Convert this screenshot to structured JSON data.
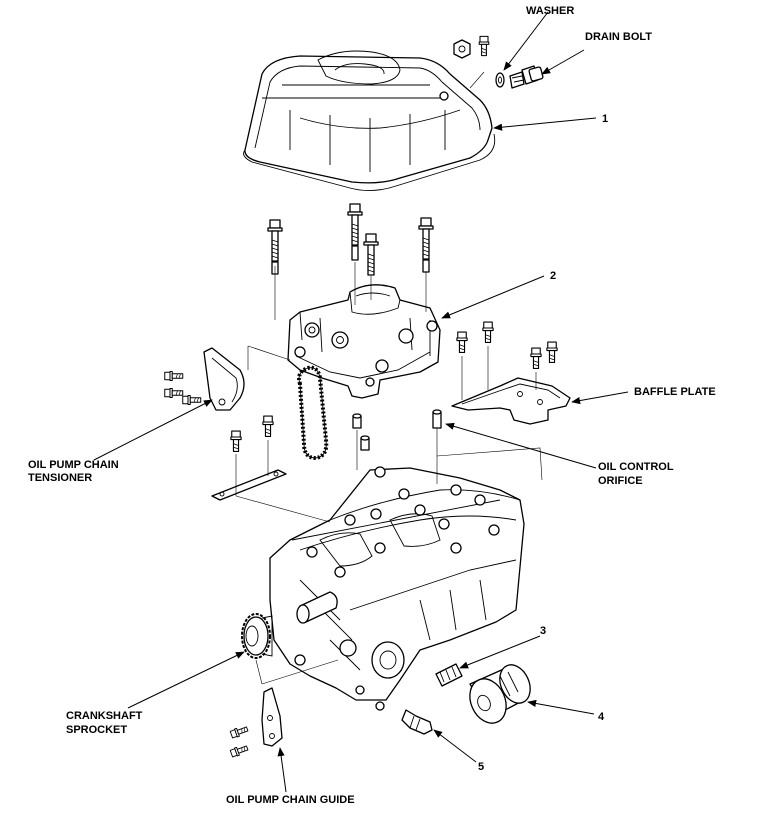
{
  "labels": {
    "washer": "WASHER",
    "drain_bolt": "DRAIN BOLT",
    "baffle_plate": "BAFFLE PLATE",
    "oil_pump_chain_tensioner_1": "OIL PUMP CHAIN",
    "oil_pump_chain_tensioner_2": "TENSIONER",
    "oil_control_orifice_1": "OIL CONTROL",
    "oil_control_orifice_2": "ORIFICE",
    "crankshaft_sprocket_1": "CRANKSHAFT",
    "crankshaft_sprocket_2": "SPROCKET",
    "oil_pump_chain_guide": "OIL PUMP CHAIN GUIDE"
  },
  "callouts": {
    "n1": "1",
    "n2": "2",
    "n3": "3",
    "n4": "4",
    "n5": "5"
  }
}
